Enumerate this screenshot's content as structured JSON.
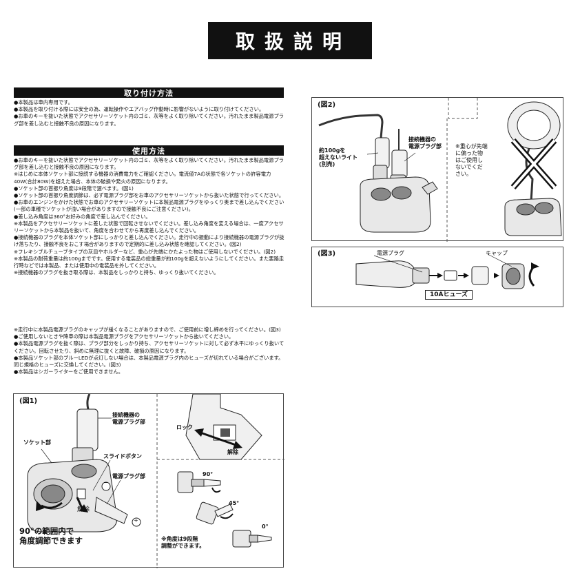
{
  "title": "取扱説明",
  "install": {
    "heading": "取り付け方法",
    "body": "●本製品は車内専用です。\n●本製品を取り付ける際には安全の為、運転操作やエアバッグ作動時に影響がないように取り付けてください。\n●お車のキーを抜いた状態でアクセサリーソケット内のゴミ、灰等をよく取り除いてください。汚れたまま製品電源プラグ部を差し込むと接触不良の原因になります。"
  },
  "usage": {
    "heading": "使用方法",
    "body": "●お車のキーを抜いた状態でアクセサリーソケット内のゴミ、灰等をよく取り除いてください。汚れたまま製品電源プラグ部を差し込むと接触不良の原因になります。\n※はじめに本体ソケット部に接続する機器の消費電力をご確認ください。電流値7Aの状態で各ソケットの許容電力40W(合計80W)を超えた場合、本体の破損や発火の原因になります。\n●ソケット部の首振り角度は9段階で選べます。(図1)\n●ソケット部の首振り角度調節は、必ず電源プラグ部をお車のアクセサリーソケットから抜いた状態で行ってください。\n●お車のエンジンをかけた状態でお車のアクセサリーソケットに本製品電源プラグをゆっくり奥まで差し込んでください(一部の車種でソケットが浅い場合がありますので接触不良にご注意ください)。\n●差し込み角度は360°お好みの角度で差し込んでください。\n※本製品をアクセサリーソケットに差した状態で回転させないでください。差し込み角度を変える場合は、一度アクセサリーソケットから本製品を抜いて、角度を合わせてから再度差し込んでください。\n●接続機器のプラグを本体ソケット部にしっかりと差し込んでください。走行中の振動により接続機器の電源プラグが抜け落ちたり、接触不良をおこす場合がありますので定期的に差し込み状態を確認してください。(図2)\n※フレキシブルチューブタイプの灰皿やホルダーなど、重心が先端にかたよった物はご使用しないでください。(図2)\n※本製品の耐荷重量は約100gまでです。使用する電装品の総重量が約100gを超えないようにしてください。また悪路走行時などでは本製品、または使用中の電装品を外してください。\n※接続機器のプラグを抜き取る際は、本製品をしっかりと持ち、ゆっくり抜いてください。"
  },
  "notes": {
    "body": "※走行中に本製品電源プラグのキャップが緩くなることがありますので、ご使用前に増し締めを行ってください。(図3)\n●ご使用しないときや降車の際は本製品電源プラグをアクセサリーソケットから抜いてください。\n●本製品電源プラグを抜く際は、プラグ部分をしっかり持ち、アクセサリーソケットに対して必ず水平にゆっくり抜いてください。回転させたり、斜めに無理に抜くと故障、破損の原因になります。\n●本製品ソケット部のブルーLEDが点灯しない場合は、本製品電源プラグ内のヒューズが切れている場合がございます。同じ規格のヒューズに交換してください。(図3)\n●本製品はシガーライターをご使用できません。"
  },
  "fig1": {
    "title": "(図1)",
    "device_plug": "接続機器の\n電源プラグ部",
    "socket": "ソケット部",
    "slide_button": "スライドボタン",
    "power_plug": "電源プラグ部",
    "release": "解除",
    "lock": "ロック",
    "release2": "解除",
    "caption": "90°の範囲内で\n角度調節できます",
    "angle_90": "90°",
    "angle_45": "45°",
    "angle_0": "0°",
    "angle_note": "※角度は9段階\n調整ができます。",
    "minus": "−",
    "plus": "+"
  },
  "fig2": {
    "title": "(図2)",
    "light": "約100gを\n超えないライト\n(別売)",
    "device_plug": "接続機器の\n電源プラグ部",
    "warning": "※重心が先端\nに偏った物\nはご使用し\nないでくだ\nさい。"
  },
  "fig3": {
    "title": "(図3)",
    "power_plug": "電源プラグ",
    "cap": "キャップ",
    "fuse": "10Aヒューズ"
  }
}
